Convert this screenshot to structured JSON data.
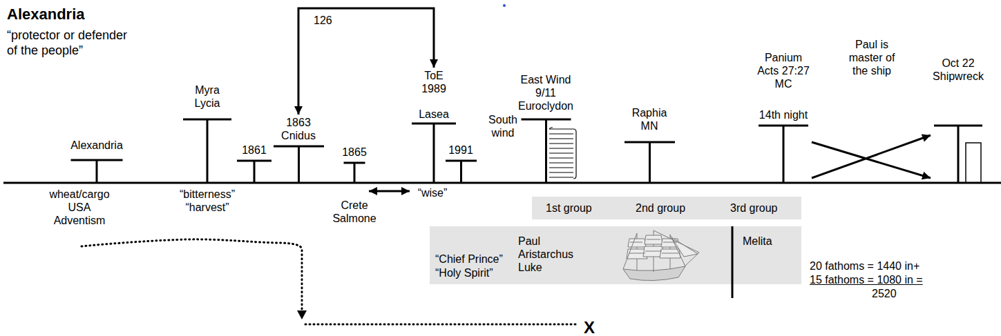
{
  "diagram": {
    "title": "Alexandria",
    "nodes": [
      {
        "text": [
          "Alexandria"
        ]
      },
      {
        "text": [
          "Myra",
          "Lycia"
        ]
      },
      {
        "text": [
          "1861"
        ]
      },
      {
        "text": [
          "1863",
          "Cnidus"
        ]
      },
      {
        "text": [
          "1865"
        ]
      },
      {
        "text": [
          "ToE",
          "1989",
          "Lasea"
        ]
      },
      {
        "text": [
          "1991"
        ]
      },
      {
        "text": [
          "East Wind",
          "9/11",
          "Euroclydon"
        ]
      },
      {
        "text": [
          "Raphia",
          "MN"
        ]
      },
      {
        "text": [
          "Panium",
          "Acts 27:27",
          "MC",
          "14th night"
        ]
      },
      {
        "text": [
          "Oct 22",
          "Shipwreck"
        ]
      },
      {
        "text": [
          "1st group",
          "2nd group",
          "3rd group"
        ]
      },
      {
        "text": [
          "“Chief Prince”",
          "“Holy Spirit”",
          "Paul Aristarchus Luke",
          "Melita"
        ]
      }
    ],
    "edges": [
      {
        "from": 3,
        "to": 5,
        "label": "126",
        "arrow": "both"
      },
      {
        "from": 4,
        "to": 5,
        "arrow": "both"
      },
      {
        "from": 9,
        "to": 10,
        "arrow": "to"
      },
      {
        "from": 9,
        "to": 10,
        "arrow": "to"
      }
    ],
    "labels": [
      "“protector or defender of the people”",
      "wheat/cargo",
      "USA",
      "Adventism",
      "“bitterness”",
      "“harvest”",
      "Crete",
      "Salmone",
      "“wise”",
      "South wind",
      "Paul is master of the ship",
      "20 fathoms = 1440 in+",
      "15 fathoms = 1080 in =",
      "2520",
      "X"
    ]
  }
}
